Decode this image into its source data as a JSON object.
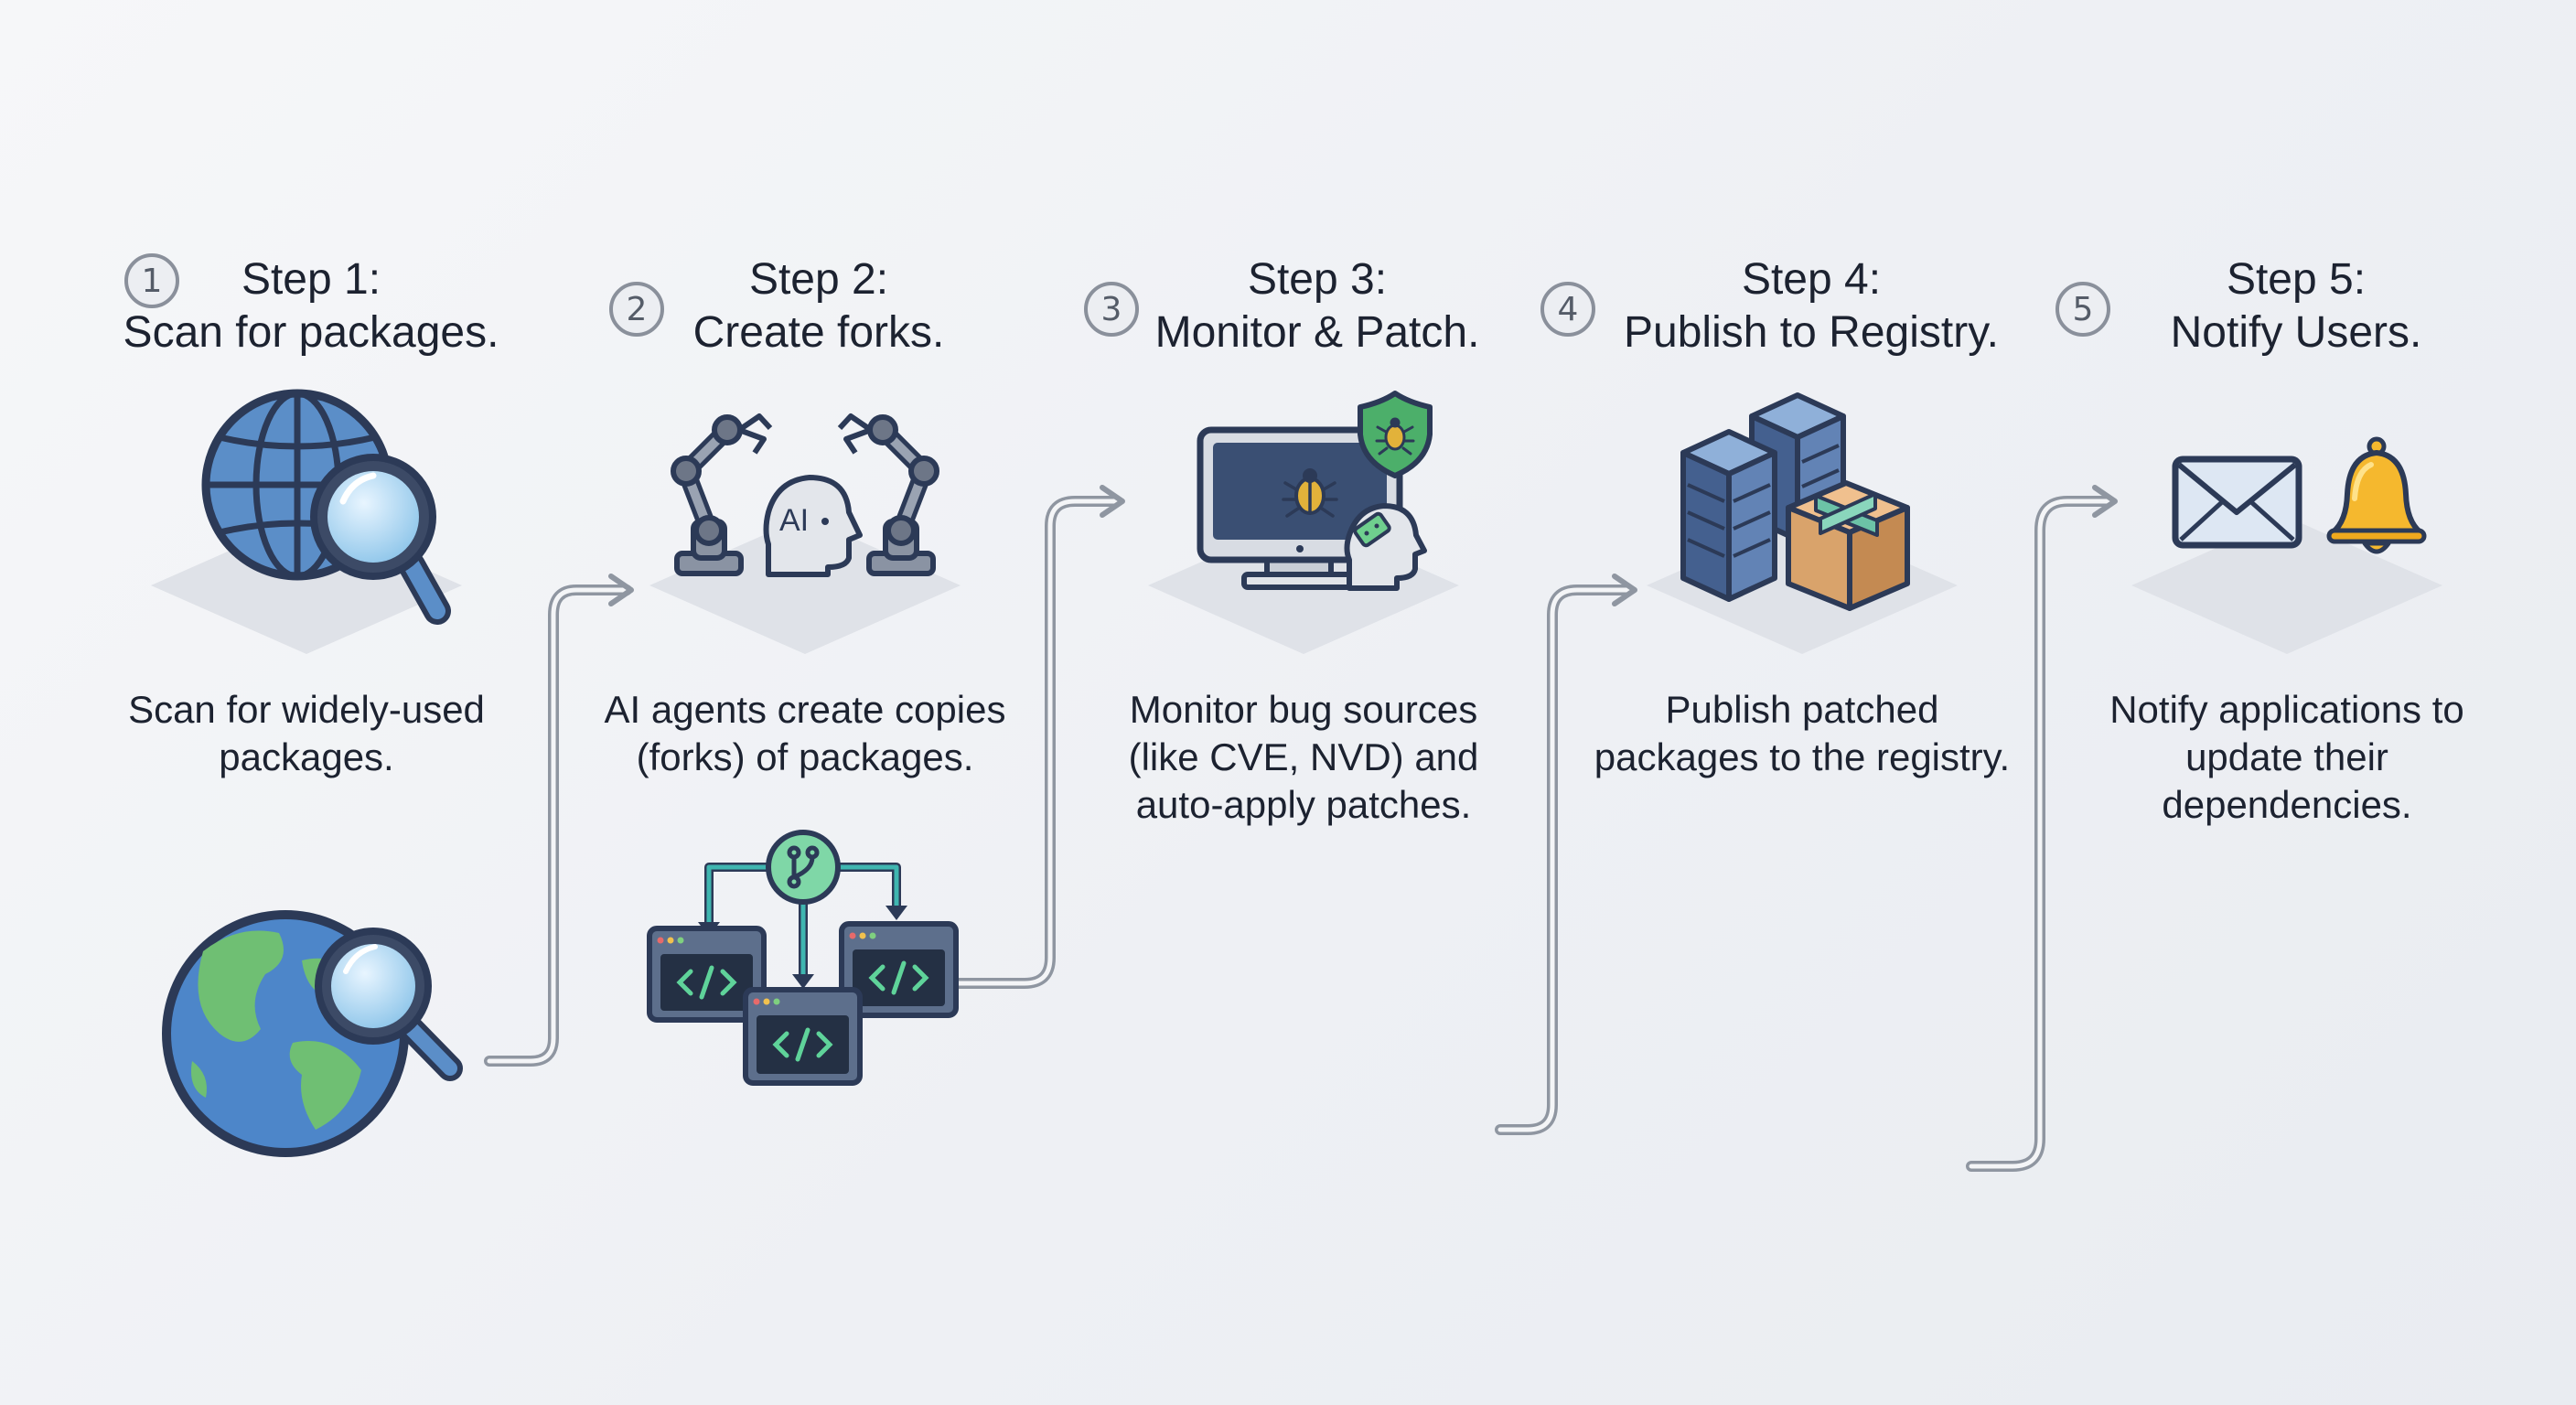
{
  "steps": [
    {
      "number": "1",
      "title_line1": "Step 1:",
      "title_line2": "Scan for packages.",
      "description": "Scan for widely-used packages."
    },
    {
      "number": "2",
      "title_line1": "Step 2:",
      "title_line2": "Create forks.",
      "description": "AI agents create copies (forks) of packages.",
      "icon_label": "AI"
    },
    {
      "number": "3",
      "title_line1": "Step 3:",
      "title_line2": "Monitor & Patch.",
      "description": "Monitor bug sources (like CVE, NVD) and auto-apply patches."
    },
    {
      "number": "4",
      "title_line1": "Step 4:",
      "title_line2": "Publish to Registry.",
      "description": "Publish patched packages to the registry."
    },
    {
      "number": "5",
      "title_line1": "Step 5:",
      "title_line2": "Notify Users.",
      "description": "Notify applications to update their dependencies."
    }
  ],
  "icons": {
    "step1": [
      "globe-icon",
      "magnifier-icon",
      "earth-icon"
    ],
    "step2": [
      "robot-arm-icon",
      "ai-head-icon",
      "git-branch-icon",
      "code-window-icon"
    ],
    "step3": [
      "monitor-icon",
      "shield-bug-icon",
      "bug-icon",
      "patch-head-icon"
    ],
    "step4": [
      "server-icon",
      "package-box-icon"
    ],
    "step5": [
      "envelope-icon",
      "bell-icon"
    ]
  },
  "colors": {
    "text": "#1c2230",
    "connector": "#9aa0aa",
    "globe_blue": "#5b8ec8",
    "earth_green": "#6fbf73",
    "shield_green": "#4caf6a",
    "code_green": "#5fd39a",
    "teal": "#3fb6b0",
    "box": "#d9a36b",
    "bell": "#f5b82e",
    "server": "#5d7fae"
  }
}
